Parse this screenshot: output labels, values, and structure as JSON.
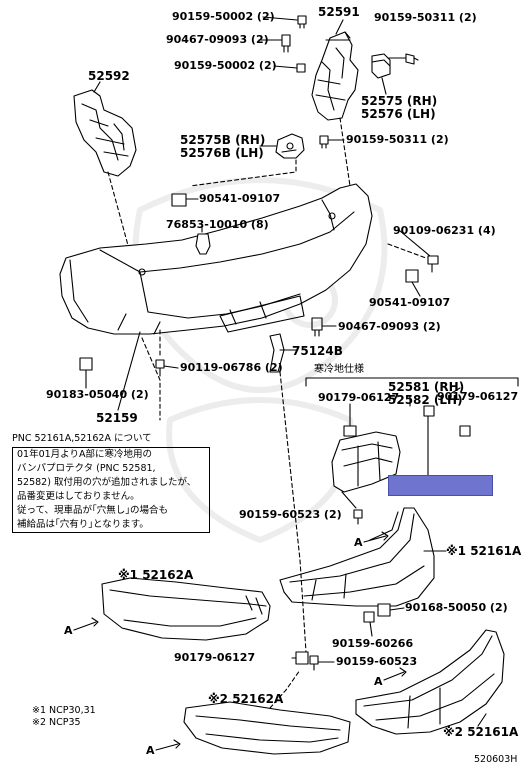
{
  "labels": {
    "p90159_50002_top": "90159-50002 (2)",
    "p90467_09093_top": "90467-09093 (2)",
    "p90159_50002_mid": "90159-50002 (2)",
    "p52591": "52591",
    "p90159_50311_top": "90159-50311 (2)",
    "p52575_rh": "52575 (RH)",
    "p52576_lh": "52576 (LH)",
    "p52592": "52592",
    "p52575b_rh": "52575B (RH)",
    "p52576b_lh": "52576B (LH)",
    "p90159_50311_mid": "90159-50311 (2)",
    "p90541_09107_top": "90541-09107",
    "p76853_10010": "76853-10010 (8)",
    "p90109_06231": "90109-06231 (4)",
    "p90541_09107_right": "90541-09107",
    "p90467_09093_lower": "90467-09093 (2)",
    "p75124b": "75124B",
    "p90119_06786": "90119-06786 (2)",
    "p90183_05040": "90183-05040 (2)",
    "p52159": "52159",
    "cold_region": "寒冷地仕様",
    "p52581_rh": "52581 (RH)",
    "p52582_lh": "52582 (LH)",
    "p90179_06127_a": "90179-06127",
    "p90179_06127_b": "90179-06127",
    "p90159_60523_a": "90159-60523 (2)",
    "p52161a_1": "※1 52161A",
    "p52162a_1": "※1 52162A",
    "p90168_50050": "90168-50050 (2)",
    "p90159_60266": "90159-60266",
    "p90179_06127_c": "90179-06127",
    "p90159_60523_b": "90159-60523",
    "p52162a_2": "※2 52162A",
    "p52161a_2": "※2 52161A",
    "arrow_a_1": "A",
    "arrow_a_2": "A",
    "arrow_a_3": "A",
    "arrow_a_4": "A"
  },
  "note": {
    "heading": "PNC 52161A,52162A について",
    "lines": [
      "01年01月よりA部に寒冷地用の",
      "バンパプロテクタ (PNC 52581,",
      "52582) 取付用の穴が追加されましたが、",
      "品番変更はしておりません。",
      "従って、現車品が｢穴無し｣の場合も",
      "補給品は｢穴有り｣となります。"
    ]
  },
  "footnotes": {
    "n1": "※1 NCP30,31",
    "n2": "※2 NCP35"
  },
  "diagram_code": "520603H",
  "colors": {
    "highlight": "#6f74cf",
    "line": "#000000"
  }
}
